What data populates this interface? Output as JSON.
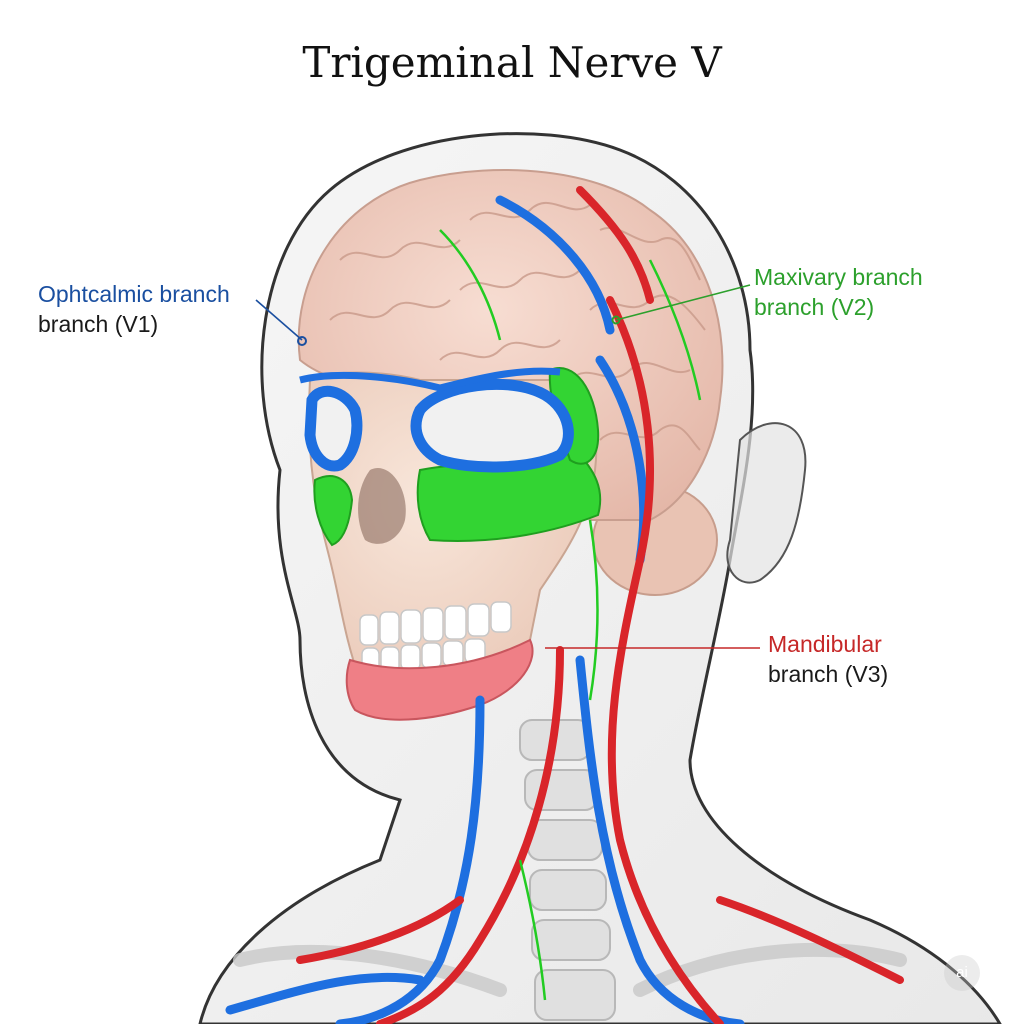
{
  "title": "Trigeminal Nerve V",
  "labels": {
    "ophthalmic": {
      "line1": "Ophtcalmic branch",
      "line2": "branch (V1)"
    },
    "maxillary": {
      "line1": "Maxivary branch",
      "line2": "branch (V2)"
    },
    "mandibular": {
      "line1": "Mandibular",
      "line2": "branch (V3)"
    }
  },
  "colors": {
    "ophthalmic": "#1a4fa0",
    "maxillary": "#2ca02c",
    "mandibular": "#c62828",
    "secondary_text": "#1a1a1a",
    "nerve_blue": "#1e6fe0",
    "nerve_green": "#22cc22",
    "artery_red": "#d9252a",
    "brain": "#f2d2c6",
    "skull": "#f4dccd",
    "gum": "#ef7f86"
  },
  "watermark": "ai"
}
